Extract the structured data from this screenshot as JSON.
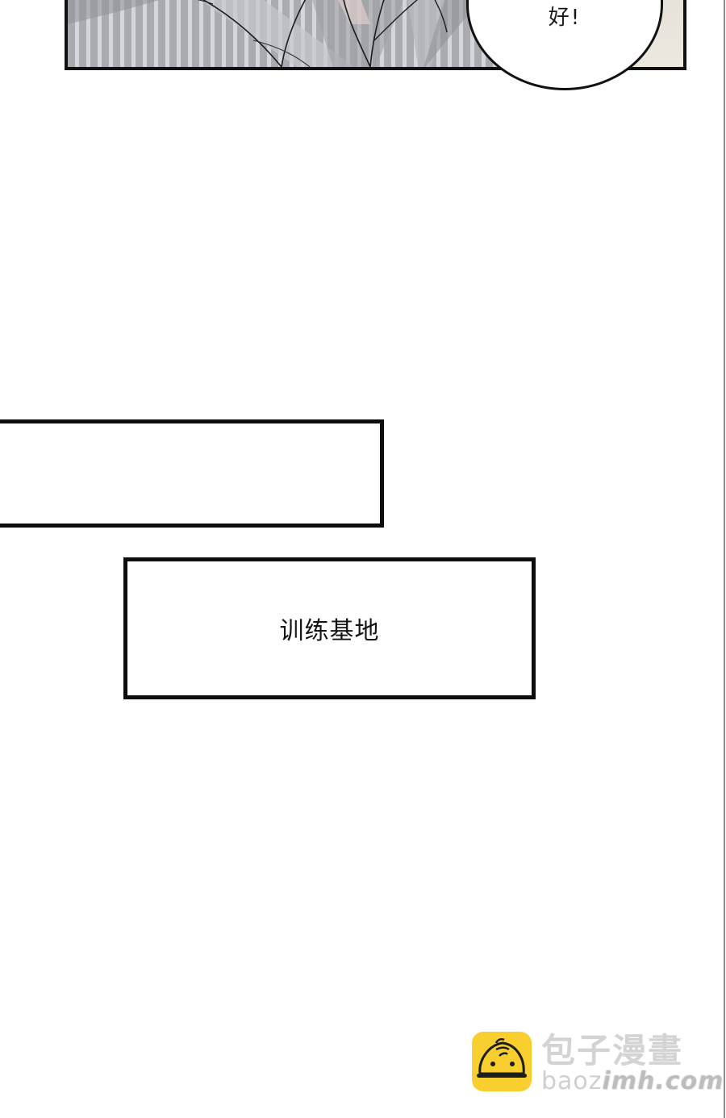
{
  "page": {
    "type": "comic-page",
    "background": "#ffffff",
    "edge_line_color": "#8d8d8d"
  },
  "art_panel": {
    "description": "Bottom of illustrated panel with grey vertical stripes and figures",
    "stripe_colors": [
      "#a9abb1",
      "#d4d6db"
    ],
    "accent_background": "#e6e1d8",
    "border_color": "#111111"
  },
  "speech_bubble": {
    "text": "好!"
  },
  "captions": [
    {
      "text": ""
    },
    {
      "text": "训练基地"
    }
  ],
  "watermark": {
    "brand_cn": "包子漫畫",
    "brand_url_prefix": "baoz",
    "brand_url_suffix": "imh.com",
    "logo_color": "#f9cf2f",
    "text_color": "#d3d3d3"
  }
}
